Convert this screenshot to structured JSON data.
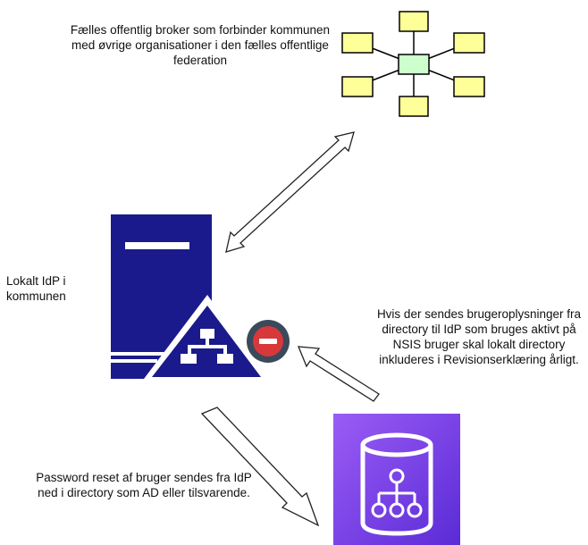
{
  "labels": {
    "broker_text": "Fælles offentlig broker som forbinder kommunen med øvrige organisationer i den fælles offentlige federation",
    "local_idp_text": "Lokalt IdP i kommunen",
    "directory_note_text": "Hvis der sendes brugeroplysninger fra directory til IdP som bruges aktivt på NSIS bruger skal lokalt directory inkluderes i Revisionserklæring årligt.",
    "password_reset_text": "Password reset af bruger sendes fra IdP ned i directory som AD eller tilsvarende."
  },
  "icons": {
    "broker": "hub-network-icon",
    "idp_server": "server-network-icon",
    "blocked": "no-entry-icon",
    "directory": "directory-database-icon"
  },
  "colors": {
    "server_blue": "#1a1a8c",
    "hub_green": "#ccffcc",
    "hub_yellow": "#ffff99",
    "directory_purple": "#7b3fe4",
    "blocked_red": "#d9383a",
    "blocked_ring": "#3a4a5a"
  }
}
